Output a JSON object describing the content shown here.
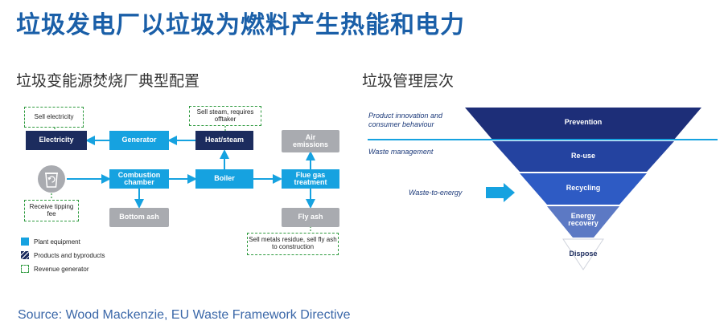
{
  "title": "垃圾发电厂以垃圾为燃料产生热能和电力",
  "left_subtitle": "垃圾变能源焚烧厂典型配置",
  "right_subtitle": "垃圾管理层次",
  "flow": {
    "electricity": "Electricity",
    "generator": "Generator",
    "heat_steam": "Heat/steam",
    "air_emissions": "Air emissions",
    "combustion_chamber": "Combustion chamber",
    "boiler": "Boiler",
    "flue_gas_treatment": "Flue gas treatment",
    "bottom_ash": "Bottom ash",
    "fly_ash": "Fly ash",
    "sell_electricity": "Sell electricity",
    "sell_steam": "Sell steam, requires offtaker",
    "receive_tipping_fee": "Receive tipping fee",
    "sell_metals": "Sell metals residue, sell fly ash to construction",
    "bin_icon": "recycle-bin-icon"
  },
  "legend": {
    "plant_equipment": "Plant equipment",
    "products_byproducts": "Products and byproducts",
    "revenue_generator": "Revenue generator"
  },
  "hierarchy": {
    "product_innovation": "Product innovation and consumer behaviour",
    "waste_management": "Waste management",
    "waste_to_energy": "Waste-to-energy",
    "tiers": [
      "Prevention",
      "Re-use",
      "Recycling",
      "Energy recovery",
      "Dispose"
    ]
  },
  "colors": {
    "title": "#1a5fa8",
    "plant_equipment": "#16a2e0",
    "products": "#1c2c5e",
    "revenue_dashed": "#2e9a3e",
    "tier1": "#1d2e78",
    "tier2": "#2443a0",
    "tier3": "#2e5bc4",
    "tier4": "#5c79c4",
    "tier5": "#ffffff"
  },
  "source": "Source: Wood Mackenzie, EU Waste Framework Directive"
}
